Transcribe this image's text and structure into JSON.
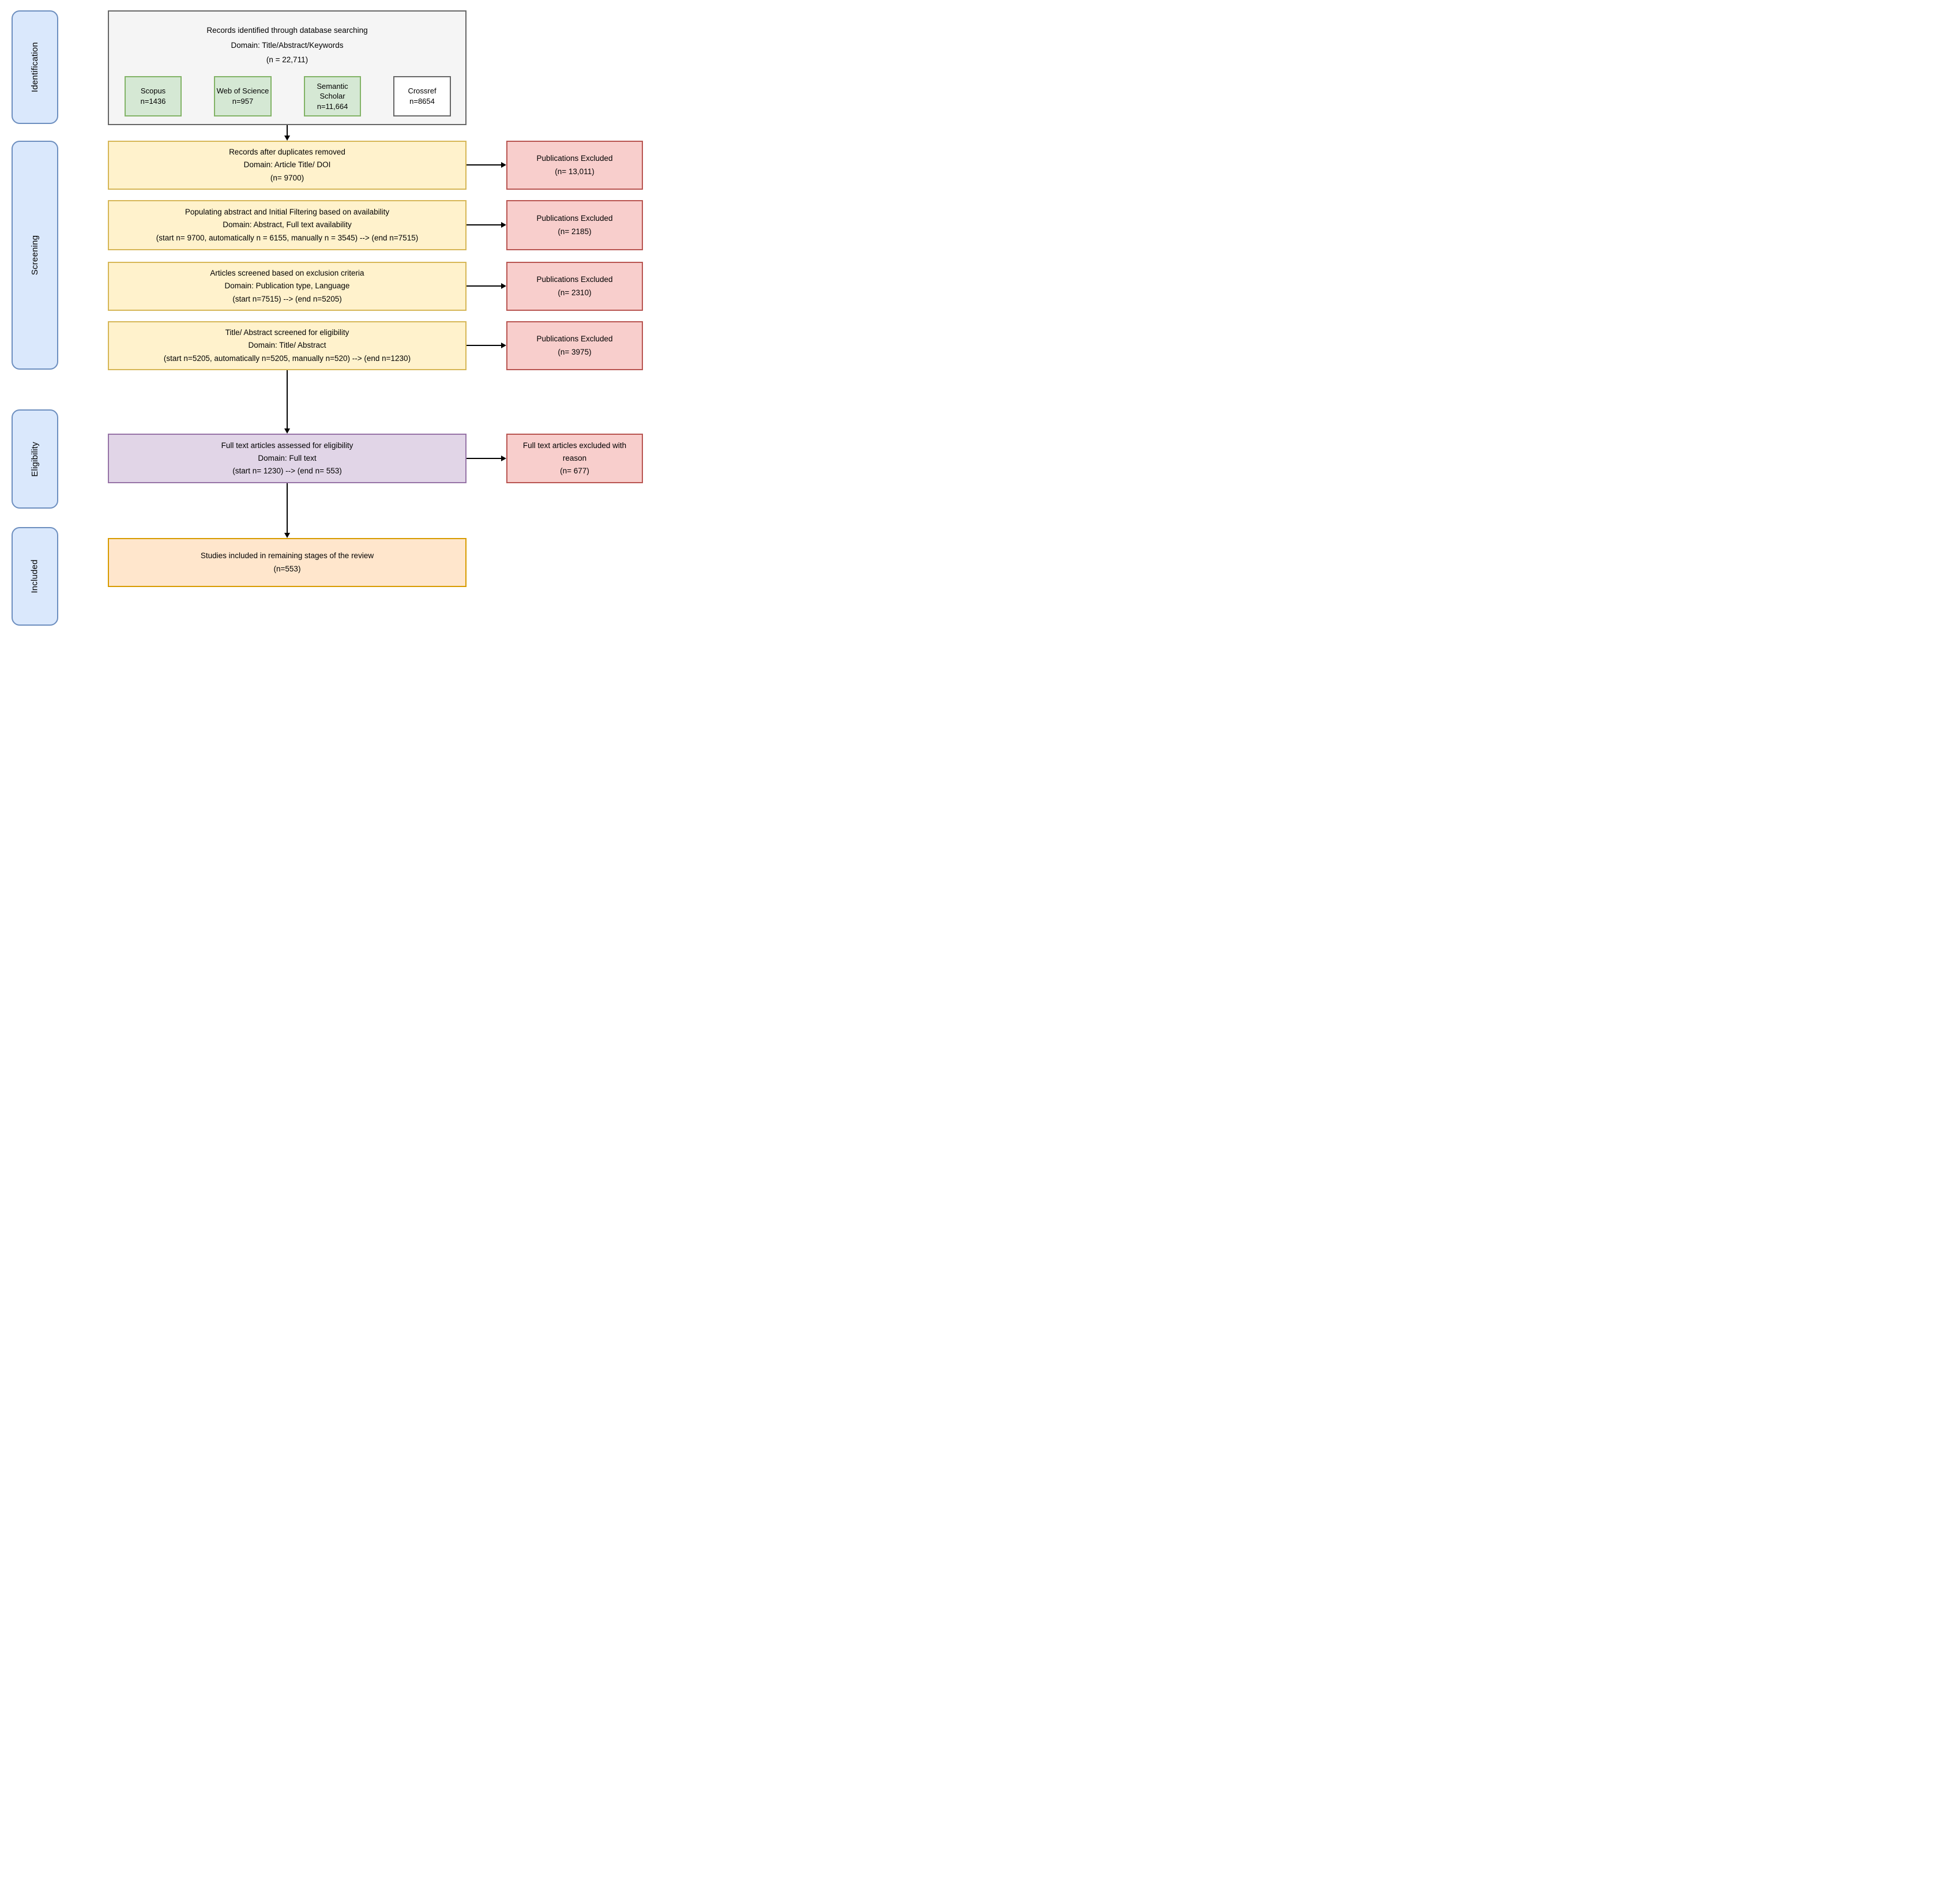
{
  "stages": [
    {
      "label": "Identification"
    },
    {
      "label": "Screening"
    },
    {
      "label": "Eligibility"
    },
    {
      "label": "Included"
    }
  ],
  "identification": {
    "lines": [
      "Records identified through database searching",
      "Domain: Title/Abstract/Keywords",
      "(n = 22,711)"
    ],
    "sources": [
      {
        "name": "Scopus",
        "count": "n=1436",
        "variant": "green"
      },
      {
        "name": "Web of Science",
        "count": "n=957",
        "variant": "green"
      },
      {
        "name": "Semantic Scholar",
        "count": "n=11,664",
        "variant": "green"
      },
      {
        "name": "Crossref",
        "count": "n=8654",
        "variant": "white"
      }
    ]
  },
  "screening": [
    {
      "lines": [
        "Records after duplicates removed",
        "Domain: Article Title/ DOI",
        "(n= 9700)"
      ]
    },
    {
      "lines": [
        "Populating abstract and Initial Filtering based on availability",
        "Domain:  Abstract, Full text availability",
        "(start n= 9700, automatically n = 6155, manually n = 3545) --> (end n=7515)"
      ]
    },
    {
      "lines": [
        "Articles screened based on exclusion criteria",
        "Domain: Publication type, Language",
        "(start n=7515) --> (end n=5205)"
      ]
    },
    {
      "lines": [
        "Title/ Abstract screened for eligibility",
        "Domain: Title/ Abstract",
        "(start n=5205, automatically n=5205, manually n=520) --> (end n=1230)"
      ]
    }
  ],
  "eligibility": {
    "lines": [
      "Full text articles assessed for eligibility",
      "Domain: Full text",
      "(start n= 1230) --> (end n= 553)"
    ]
  },
  "included": {
    "lines": [
      "Studies included in remaining stages of the review",
      "(n=553)"
    ]
  },
  "excluded": [
    {
      "lines": [
        "Publications Excluded",
        "(n= 13,011)"
      ]
    },
    {
      "lines": [
        "Publications Excluded",
        "(n= 2185)"
      ]
    },
    {
      "lines": [
        "Publications Excluded",
        "(n= 2310)"
      ]
    },
    {
      "lines": [
        "Publications Excluded",
        "(n= 3975)"
      ]
    },
    {
      "lines": [
        "Full text articles excluded with reason",
        "(n= 677)"
      ]
    }
  ],
  "colors": {
    "stage_fill": "#dae8fc",
    "stage_border": "#6c8ebf",
    "identification_fill": "#f5f5f5",
    "identification_border": "#666666",
    "source_green_fill": "#d5e8d4",
    "source_green_border": "#82b366",
    "source_white_fill": "#ffffff",
    "source_white_border": "#666666",
    "screening_fill": "#fff2cc",
    "screening_border": "#d6b656",
    "excluded_fill": "#f8cecc",
    "excluded_border": "#b85450",
    "eligibility_fill": "#e1d5e7",
    "eligibility_border": "#9673a6",
    "included_fill": "#ffe6cc",
    "included_border": "#d79b00",
    "connector": "#000000"
  }
}
